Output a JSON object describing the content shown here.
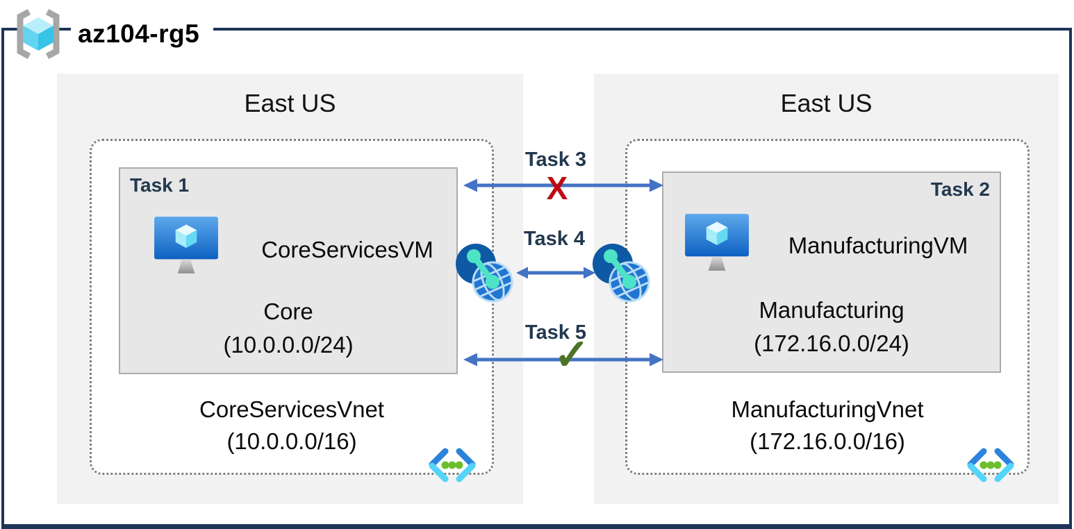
{
  "resource_group": {
    "name": "az104-rg5"
  },
  "regions": [
    {
      "name": "East US",
      "vnet": {
        "name": "CoreServicesVnet",
        "cidr": "(10.0.0.0/16)",
        "vm_box": {
          "task_label": "Task 1",
          "vm_name": "CoreServicesVM",
          "subnet_name": "Core",
          "subnet_cidr": "(10.0.0.0/24)"
        }
      }
    },
    {
      "name": "East US",
      "vnet": {
        "name": "ManufacturingVnet",
        "cidr": "(172.16.0.0/16)",
        "vm_box": {
          "task_label": "Task 2",
          "vm_name": "ManufacturingVM",
          "subnet_name": "Manufacturing",
          "subnet_cidr": "(172.16.0.0/24)"
        }
      }
    }
  ],
  "connections": [
    {
      "label": "Task 3",
      "marker": "X"
    },
    {
      "label": "Task 4",
      "marker": ""
    },
    {
      "label": "Task 5",
      "marker": "✓"
    }
  ],
  "icons": {
    "resource_group": "resource-group-icon",
    "virtual_machine": "virtual-machine-icon",
    "virtual_network": "virtual-network-icon",
    "peering": "network-peering-icon"
  },
  "colors": {
    "frame": "#1C3557",
    "arrow": "#4472C4",
    "blocked_x": "#C00A11",
    "allowed_check": "#4D7328",
    "task_label": "#22384F",
    "region_fill": "#F2F2F2",
    "vm_box_fill": "#E8E7E7"
  }
}
